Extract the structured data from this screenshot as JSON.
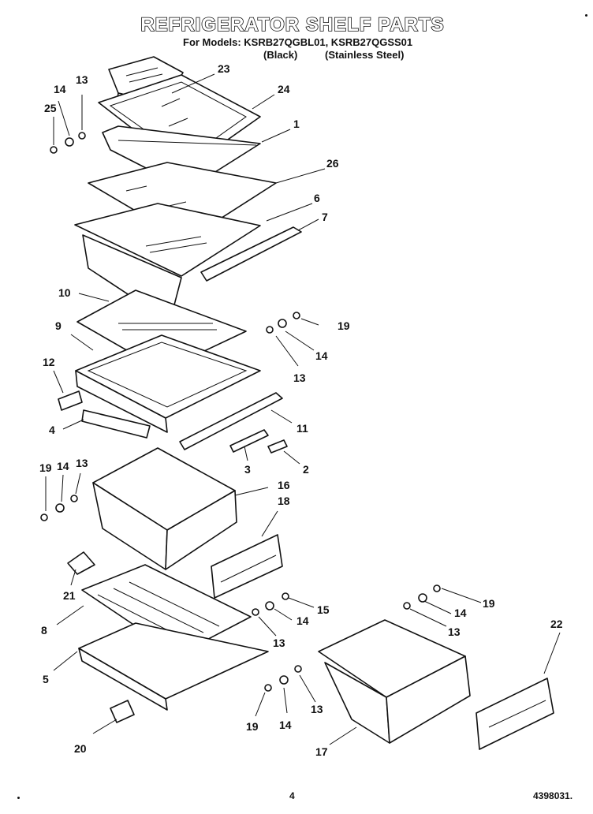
{
  "header": {
    "title": "REFRIGERATOR SHELF PARTS",
    "models": "For Models: KSRB27QGBL01, KSRB27QGSS01",
    "finish_black": "(Black)",
    "finish_stainless": "(Stainless Steel)"
  },
  "footer": {
    "page_number": "4",
    "document_number": "4398031."
  },
  "callouts": {
    "c23": "23",
    "c24": "24",
    "c1": "1",
    "c14a": "14",
    "c13a": "13",
    "c25": "25",
    "c26": "26",
    "c6": "6",
    "c7": "7",
    "c10": "10",
    "c9": "9",
    "c19a": "19",
    "c14b": "14",
    "c13b": "13",
    "c12": "12",
    "c4": "4",
    "c11": "11",
    "c3": "3",
    "c2": "2",
    "c19b": "19",
    "c14c": "14",
    "c13c": "13",
    "c16": "16",
    "c18": "18",
    "c21": "21",
    "c15": "15",
    "c14d": "14",
    "c13d": "13",
    "c8": "8",
    "c5": "5",
    "c19c": "19",
    "c14e": "14",
    "c13e": "13",
    "c22": "22",
    "c19d": "19",
    "c14f": "14",
    "c13f": "13",
    "c17": "17",
    "c20": "20"
  }
}
